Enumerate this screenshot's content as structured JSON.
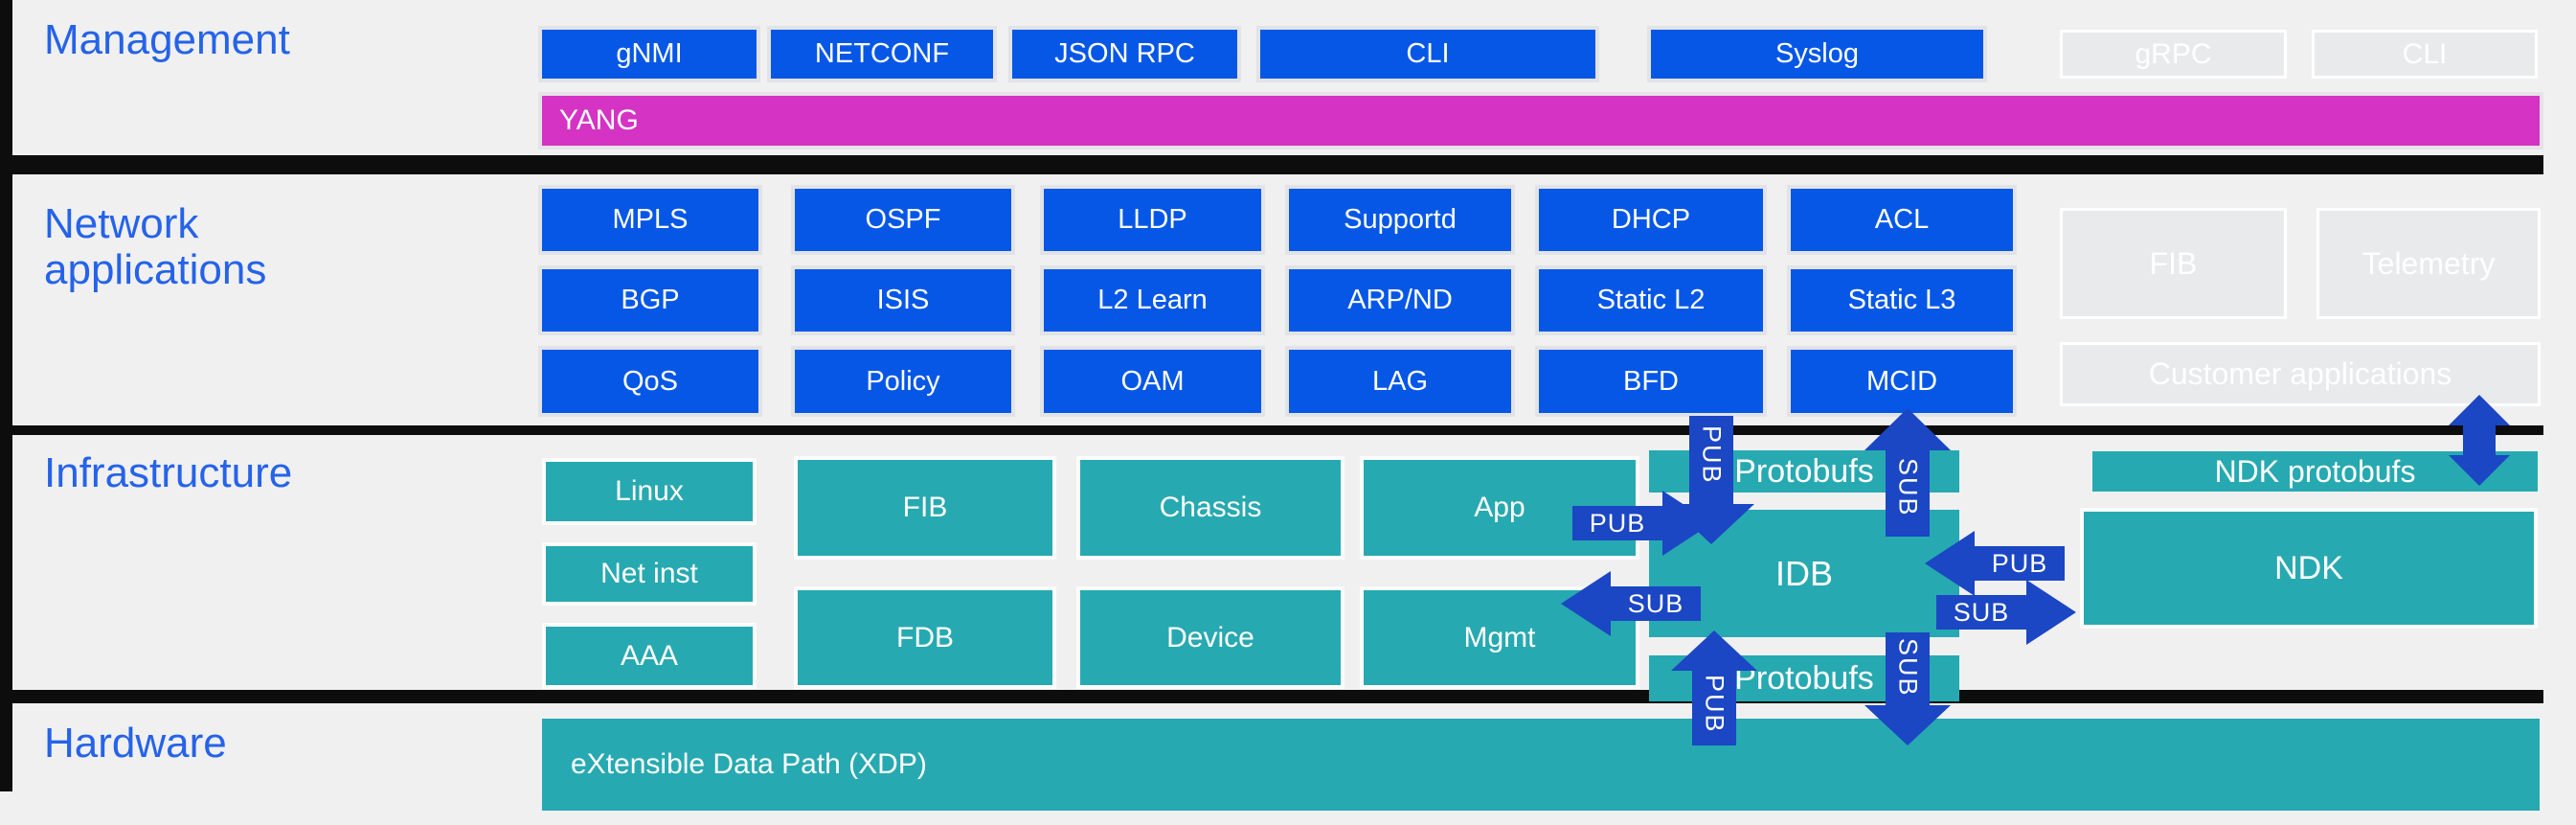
{
  "colors": {
    "background": "#f0f0f1",
    "box_blue": "#0657e6",
    "box_teal": "#27a9b1",
    "yang_magenta": "#d433c4",
    "arrow_blue": "#1b46c4",
    "label_blue": "#2563e8",
    "disabled_gray": "#e9eaeb",
    "divider_black": "#0d0d0d"
  },
  "management": {
    "label": "Management",
    "buttons": [
      "gNMI",
      "NETCONF",
      "JSON RPC",
      "CLI",
      "Syslog"
    ],
    "disabled_buttons": [
      "gRPC",
      "CLI"
    ],
    "yang_label": "YANG"
  },
  "network_applications": {
    "label_line1": "Network",
    "label_line2": "applications",
    "row1": [
      "MPLS",
      "OSPF",
      "LLDP",
      "Supportd",
      "DHCP",
      "ACL"
    ],
    "row2": [
      "BGP",
      "ISIS",
      "L2 Learn",
      "ARP/ND",
      "Static L2",
      "Static L3"
    ],
    "row3": [
      "QoS",
      "Policy",
      "OAM",
      "LAG",
      "BFD",
      "MCID"
    ],
    "disabled_boxes": [
      "FIB",
      "Telemetry"
    ],
    "disabled_wide_box": "Customer applications"
  },
  "infrastructure": {
    "label": "Infrastructure",
    "stack": [
      "Linux",
      "Net inst",
      "AAA"
    ],
    "col2": [
      "FIB",
      "FDB"
    ],
    "col3": [
      "Chassis",
      "Device"
    ],
    "col4": [
      "App",
      "Mgmt"
    ],
    "protobufs_top": "Protobufs",
    "protobufs_bottom": "Protobufs",
    "idb": "IDB",
    "ndk_protobufs": "NDK protobufs",
    "ndk": "NDK"
  },
  "hardware": {
    "label": "Hardware",
    "xdp": "eXtensible Data Path (XDP)"
  },
  "arrows": {
    "pub_down_top": "PUB",
    "sub_up_top": "SUB",
    "pub_right_app": "PUB",
    "sub_left_mgmt": "SUB",
    "pub_left_ndk": "PUB",
    "sub_right_ndk": "SUB",
    "pub_up_bottom": "PUB",
    "sub_down_bottom": "SUB"
  }
}
